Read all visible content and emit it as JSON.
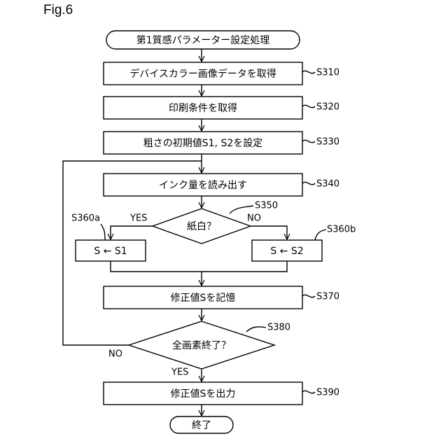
{
  "figure_label": "Fig.6",
  "start": "第1質感パラメーター設定処理",
  "steps": {
    "s310": "デバイスカラー画像データを取得",
    "s320": "印刷条件を取得",
    "s330": "粗さの初期値S1, S2を設定",
    "s340": "インク量を読み出す",
    "s360a": "S ← S1",
    "s360b": "S ← S2",
    "s370": "修正値Sを記憶",
    "s390": "修正値Sを出力"
  },
  "decisions": {
    "s350": "紙白？",
    "s380": "全画素終了？"
  },
  "end": "終了",
  "branch_labels": {
    "yes_350": "YES",
    "no_350": "NO",
    "no_380": "NO",
    "yes_380": "YES"
  },
  "refs": {
    "s310": "S310",
    "s320": "S320",
    "s330": "S330",
    "s340": "S340",
    "s350": "S350",
    "s360a": "S360a",
    "s360b": "S360b",
    "s370": "S370",
    "s380": "S380",
    "s390": "S390"
  }
}
